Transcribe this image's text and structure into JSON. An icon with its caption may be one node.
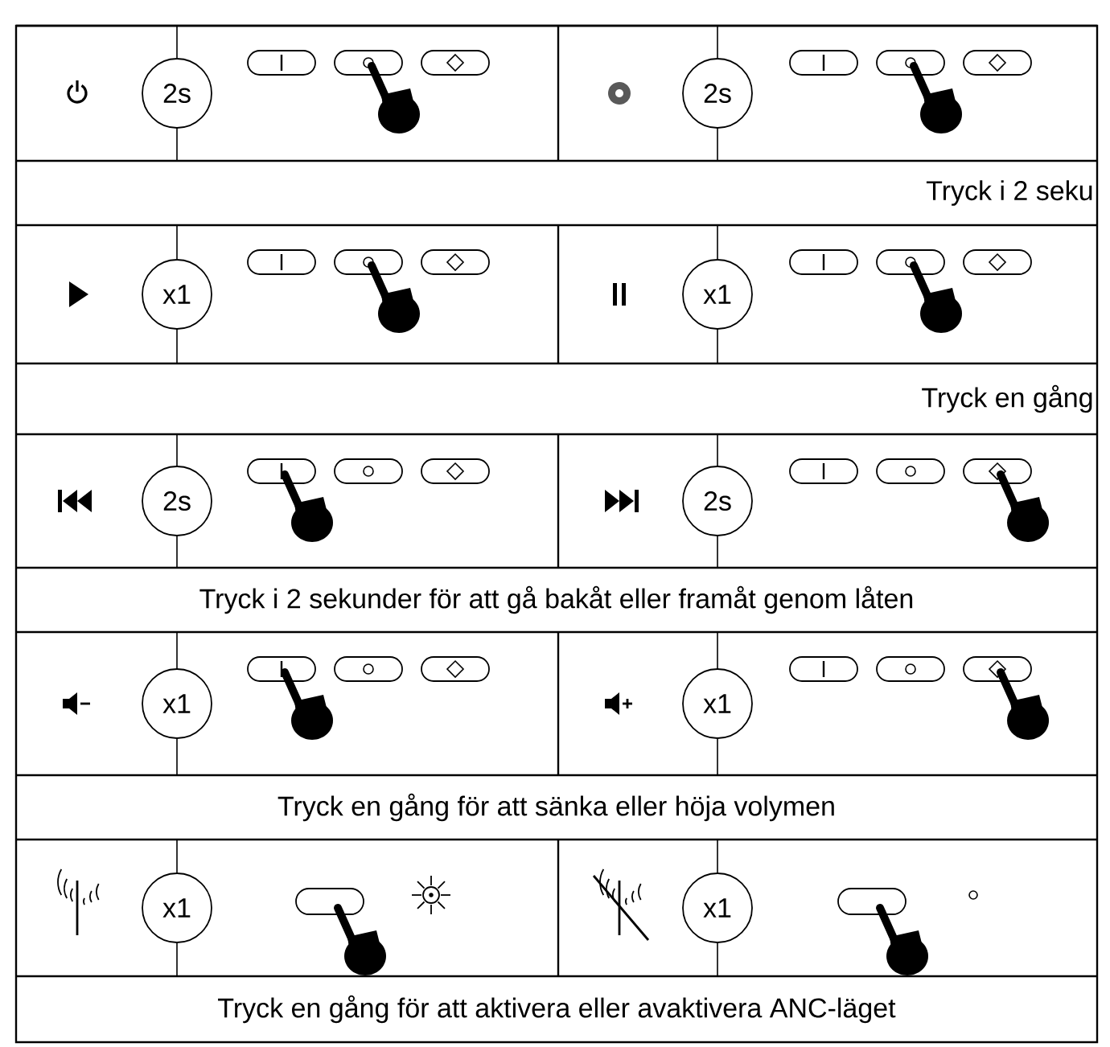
{
  "diagram": {
    "nodes": [
      {
        "text": [
          "2s"
        ]
      },
      {
        "text": [
          "2s"
        ]
      },
      {
        "text": [
          "x1"
        ]
      },
      {
        "text": [
          "x1"
        ]
      },
      {
        "text": [
          "2s"
        ]
      },
      {
        "text": [
          "2s"
        ]
      },
      {
        "text": [
          "x1"
        ]
      },
      {
        "text": [
          "x1"
        ]
      },
      {
        "text": [
          "x1"
        ]
      },
      {
        "text": [
          "x1"
        ]
      }
    ],
    "labels": [
      "Tryck i 2 seku",
      "Tryck en gång",
      "Tryck i 2 sekunder för att gå bakåt eller framåt genom låten",
      "Tryck en gång för att sänka eller höja volymen",
      "Tryck en gång för att aktivera eller avaktivera ANC-läget"
    ]
  }
}
